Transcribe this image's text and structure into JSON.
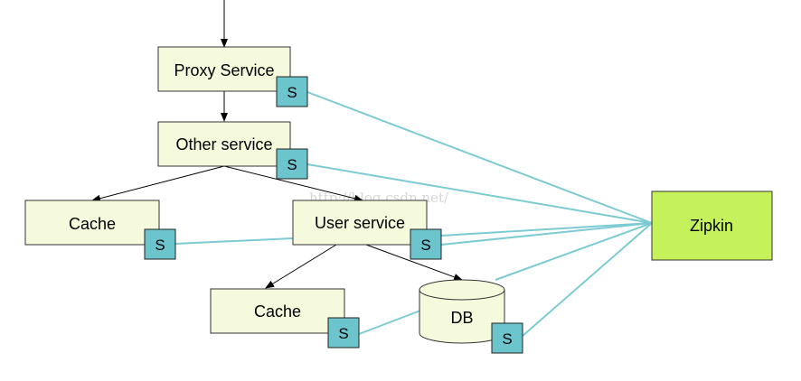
{
  "colors": {
    "node_fill": "#f5fadc",
    "node_stroke": "#333333",
    "zipkin_fill": "#c5f25a",
    "s_fill": "#6cc4cc",
    "s_stroke": "#222222",
    "link_color": "#7ccbd3",
    "arrow_color": "#000000",
    "watermark_color": "#d6d6d6"
  },
  "nodes": {
    "proxy_service": "Proxy Service",
    "other_service": "Other service",
    "cache_left": "Cache",
    "user_service": "User service",
    "cache_bottom": "Cache",
    "db": "DB",
    "zipkin": "Zipkin"
  },
  "span_marker": "S",
  "watermark": "http://blog.csdn.net/"
}
